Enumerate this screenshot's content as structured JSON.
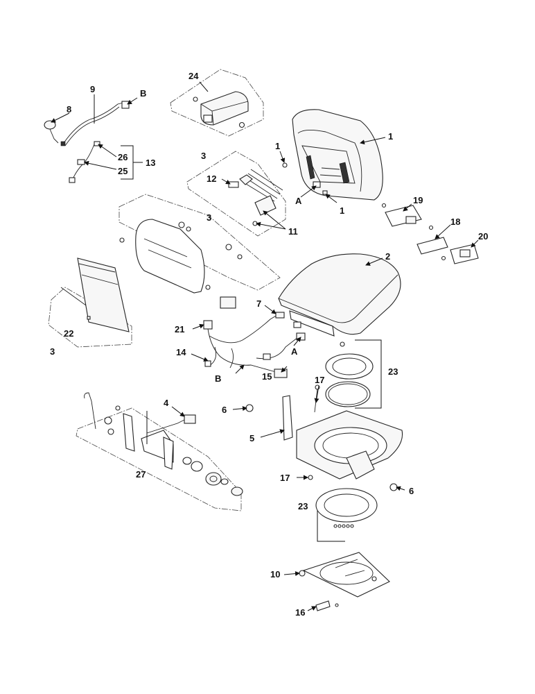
{
  "callouts": {
    "c1a": "1",
    "c1b": "1",
    "c1c": "1",
    "c2": "2",
    "c3a": "3",
    "c3b": "3",
    "c3c": "3",
    "c4": "4",
    "c5": "5",
    "c6a": "6",
    "c6b": "6",
    "c7": "7",
    "c8": "8",
    "c9": "9",
    "c10": "10",
    "c11": "11",
    "c12": "12",
    "c13": "13",
    "c14": "14",
    "c15": "15",
    "c16": "16",
    "c17a": "17",
    "c17b": "17",
    "c18": "18",
    "c19": "19",
    "c20": "20",
    "c21": "21",
    "c22": "22",
    "c23a": "23",
    "c23b": "23",
    "c24": "24",
    "c25": "25",
    "c26": "26",
    "c27": "27",
    "cAa": "A",
    "cAb": "A",
    "cBa": "B",
    "cBb": "B"
  }
}
